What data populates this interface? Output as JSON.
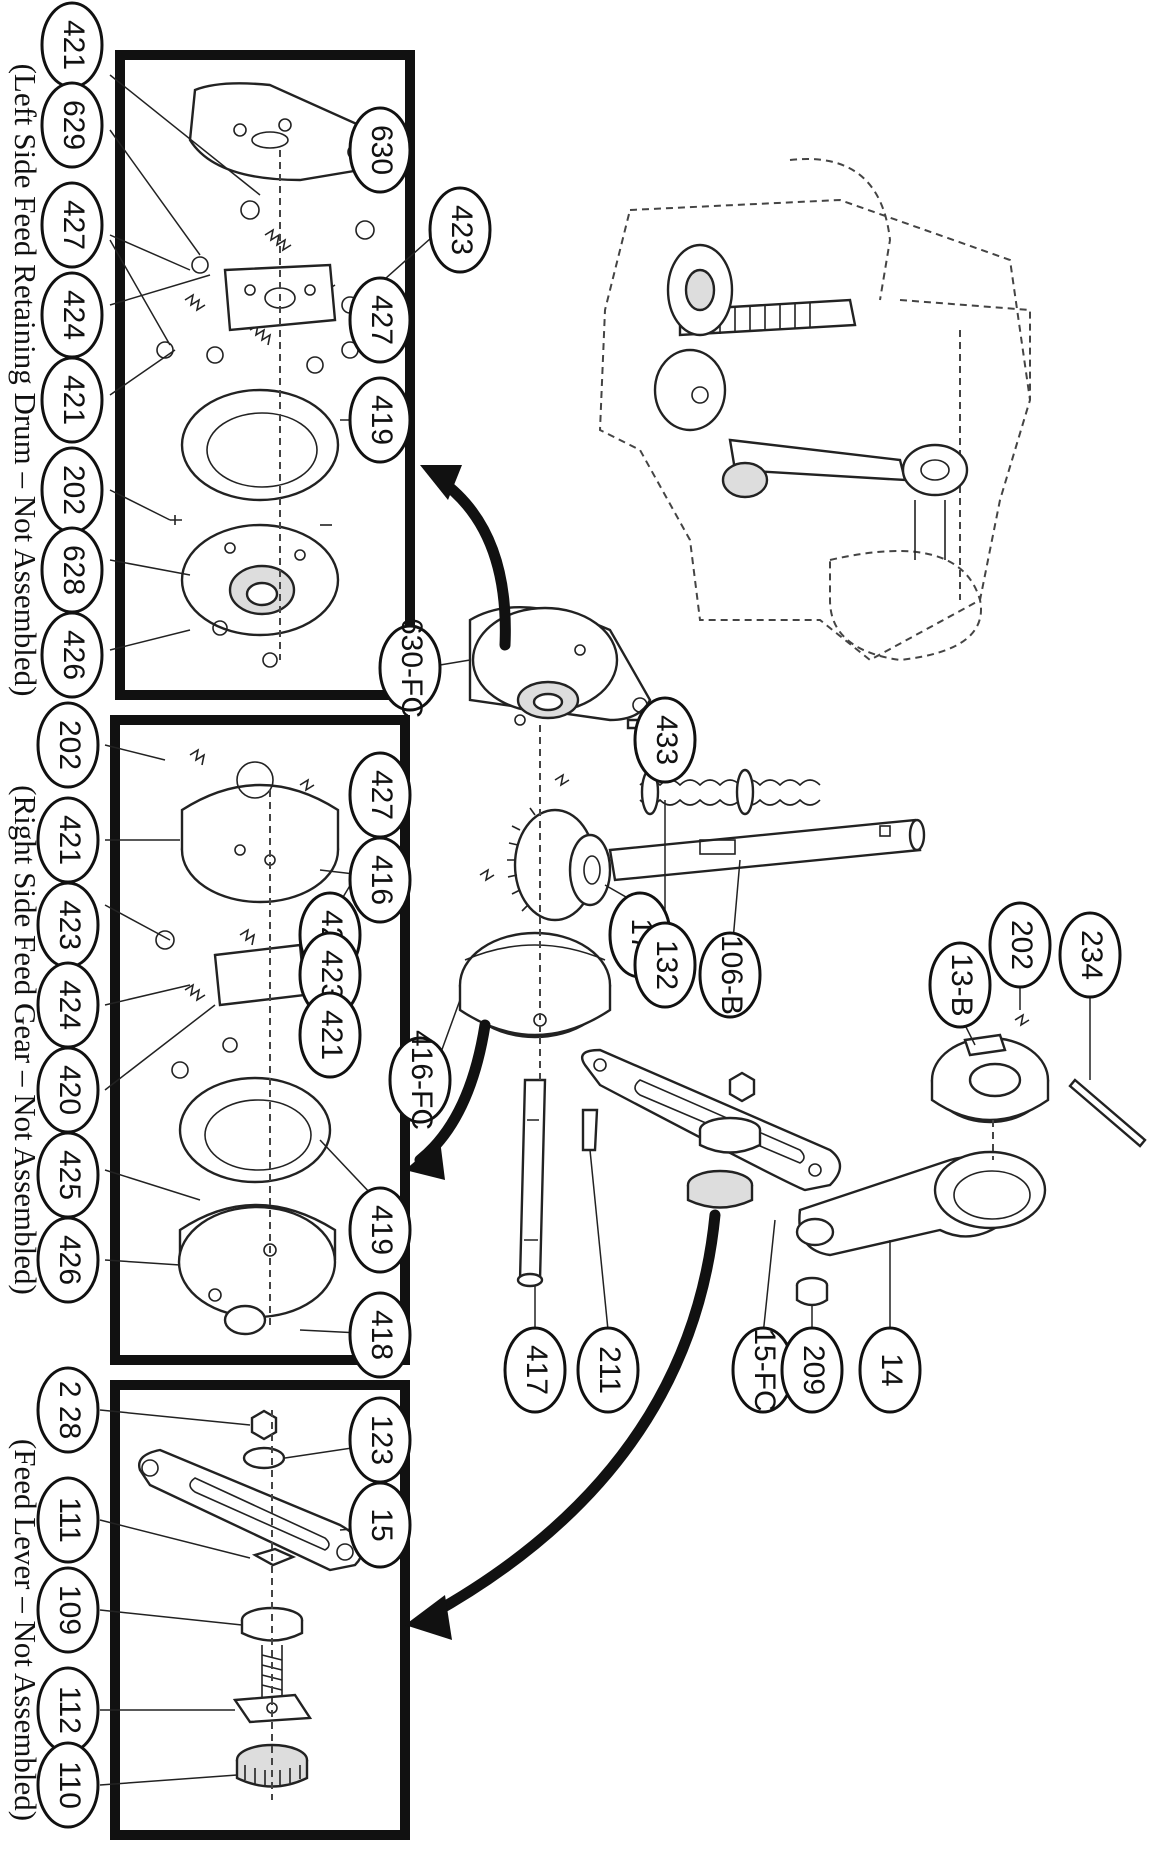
{
  "captions": {
    "left_drum": "(Left Side Feed Retaining Drum – Not Assembled)",
    "right_gear": "(Right Side Feed Gear – Not Assembled)",
    "feed_lever": "(Feed Lever – Not Assembled)"
  },
  "labels": {
    "box1": [
      "421",
      "629",
      "427",
      "424",
      "421",
      "202",
      "628",
      "426",
      "630",
      "423",
      "427",
      "419"
    ],
    "box2": [
      "202",
      "421",
      "423",
      "424",
      "420",
      "425",
      "426",
      "427",
      "416",
      "424",
      "423",
      "421",
      "419",
      "418"
    ],
    "box3": [
      "2 28",
      "111",
      "109",
      "112",
      "110",
      "123",
      "15"
    ],
    "main": [
      "630-FC",
      "433",
      "17",
      "132",
      "106-B",
      "416-FC",
      "417",
      "211",
      "15-FC",
      "209",
      "14",
      "13-B",
      "202",
      "234"
    ]
  }
}
